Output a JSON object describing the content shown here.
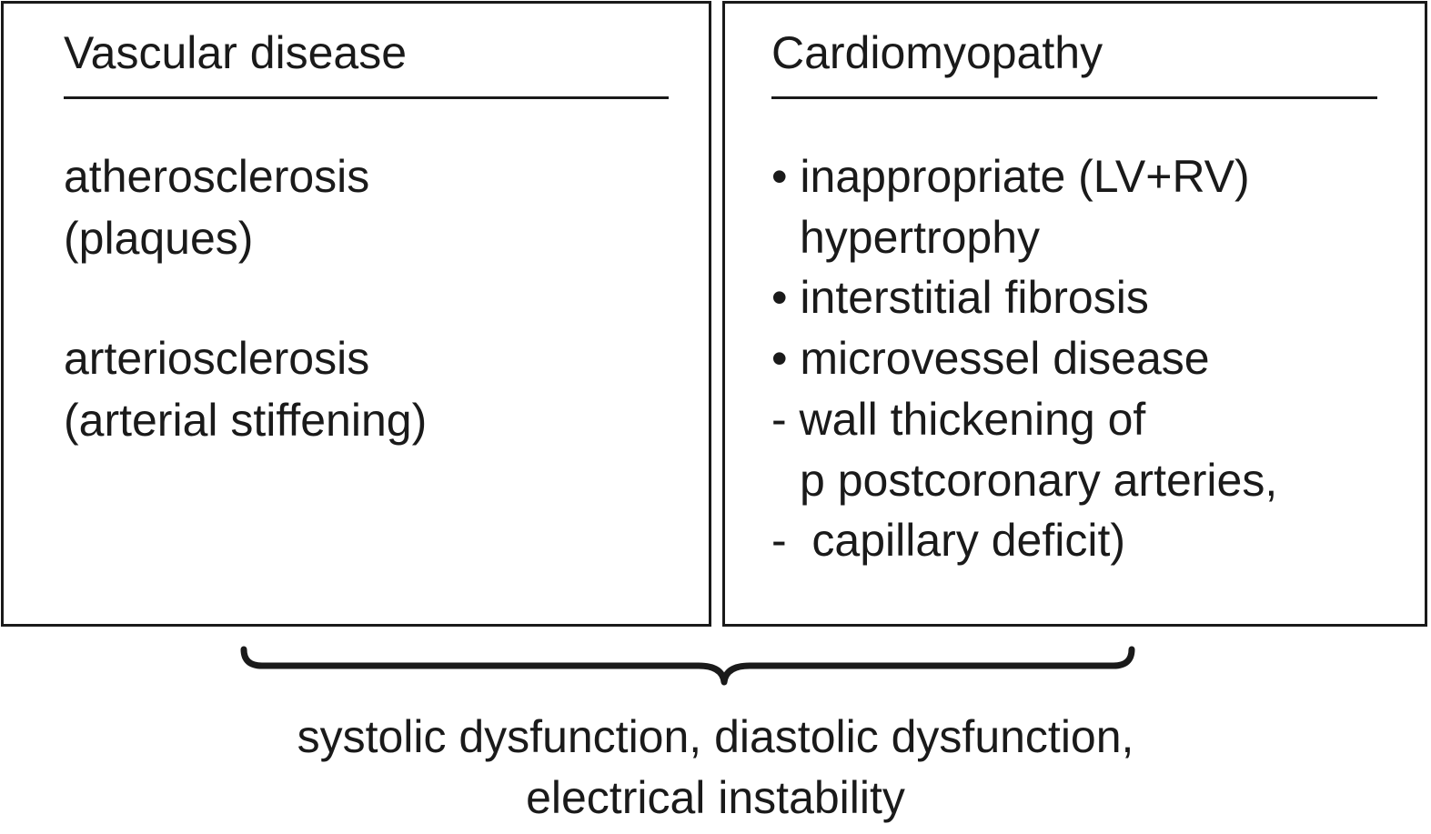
{
  "vascular": {
    "title": "Vascular disease",
    "lines": [
      "atherosclerosis",
      "(plaques)",
      "arteriosclerosis",
      "(arterial stiffening)"
    ]
  },
  "cardiomyopathy": {
    "title": "Cardiomyopathy",
    "lines": [
      "• inappropriate (LV+RV)",
      "hypertrophy",
      "• interstitial fibrosis",
      "• microvessel disease",
      "- wall thickening of",
      "p postcoronary arteries,",
      "-  capillary deficit)"
    ]
  },
  "outcome": {
    "lines": [
      "systolic dysfunction, diastolic dysfunction,",
      "electrical instability"
    ]
  }
}
